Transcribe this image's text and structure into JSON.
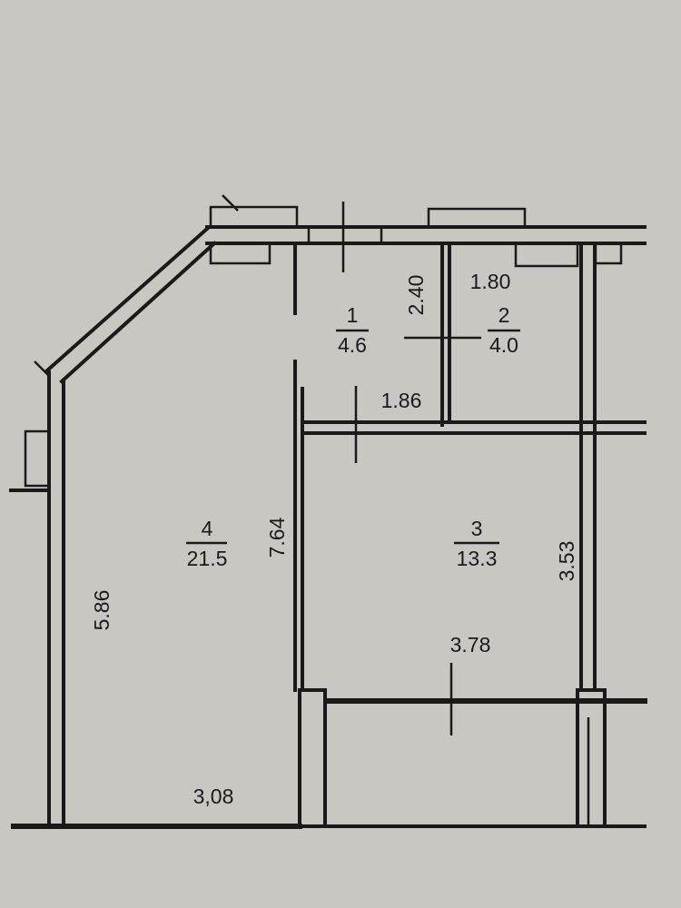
{
  "rooms": [
    {
      "number": "1",
      "area": "4.6"
    },
    {
      "number": "2",
      "area": "4.0"
    },
    {
      "number": "3",
      "area": "13.3"
    },
    {
      "number": "4",
      "area": "21.5"
    }
  ],
  "dimensions": {
    "d240": "2.40",
    "d180": "1.80",
    "d186": "1.86",
    "d764": "7.64",
    "d353": "3.53",
    "d378": "3.78",
    "d586": "5.86",
    "d308": "3,08"
  }
}
